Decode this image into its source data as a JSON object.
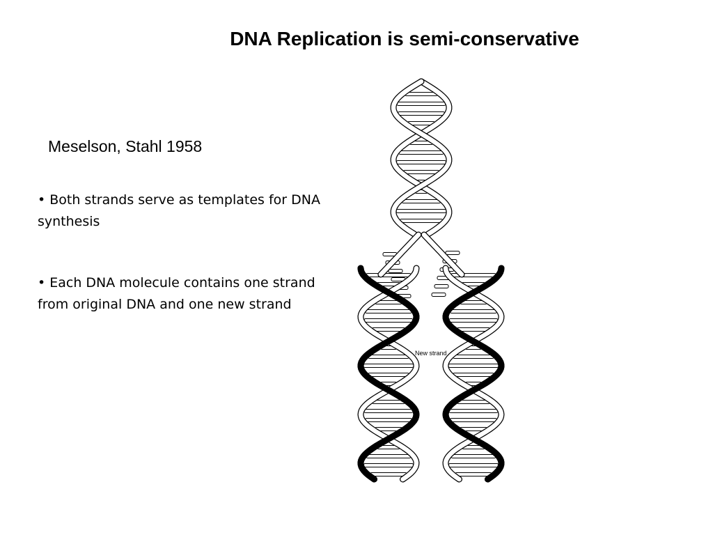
{
  "title": "DNA Replication is semi-conservative",
  "subtitle": "Meselson, Stahl 1958",
  "bullets": [
    "• Both strands serve as templates for DNA synthesis",
    "• Each DNA molecule contains one strand from original DNA and one new strand"
  ],
  "figure": {
    "new_strand_label": "New strand",
    "old_strand_color": "#ffffff",
    "new_strand_color": "#000000"
  }
}
